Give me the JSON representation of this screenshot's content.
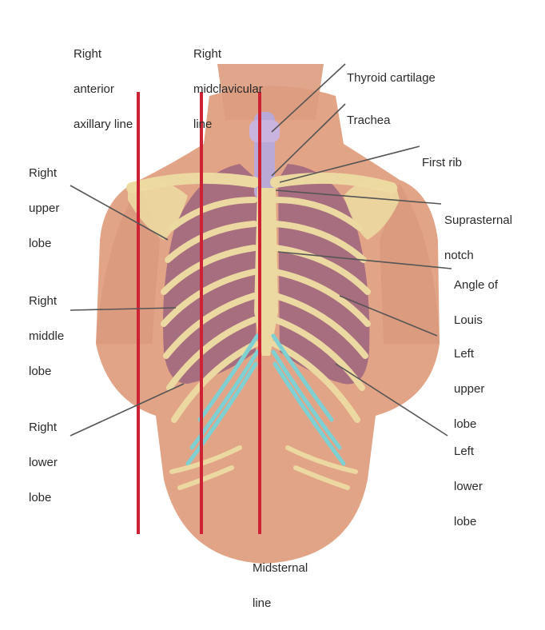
{
  "labels": {
    "right_anterior_axillary_line": [
      "Right",
      "anterior",
      "axillary line"
    ],
    "right_midclavicular_line": [
      "Right",
      "midclavicular",
      "line"
    ],
    "thyroid_cartilage": [
      "Thyroid cartilage"
    ],
    "trachea": [
      "Trachea"
    ],
    "first_rib": [
      "First rib"
    ],
    "suprasternal_notch": [
      "Suprasternal",
      "notch"
    ],
    "angle_of_louis": [
      "Angle of",
      "Louis"
    ],
    "left_upper_lobe": [
      "Left",
      "upper",
      "lobe"
    ],
    "left_lower_lobe": [
      "Left",
      "lower",
      "lobe"
    ],
    "right_upper_lobe": [
      "Right",
      "upper",
      "lobe"
    ],
    "right_middle_lobe": [
      "Right",
      "middle",
      "lobe"
    ],
    "right_lower_lobe": [
      "Right",
      "lower",
      "lobe"
    ],
    "midsternal_line": [
      "Midsternal",
      "line"
    ]
  },
  "colors": {
    "reference_line": "#cc2233",
    "skin": "#e2a487",
    "lung": "#a76e80",
    "bone": "#ecd9a1",
    "cartilage": "#7fd0d2",
    "leader": "#555555"
  }
}
